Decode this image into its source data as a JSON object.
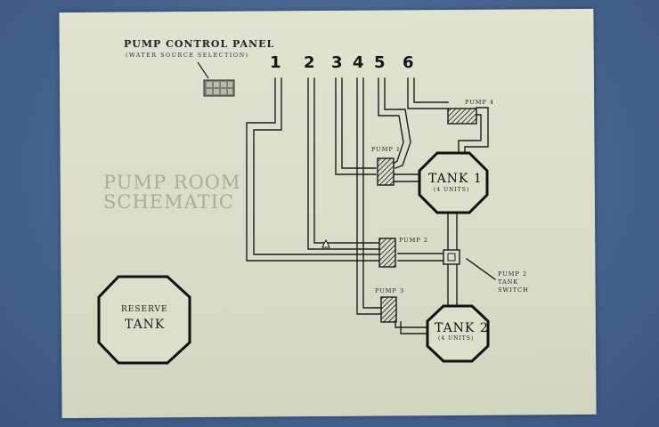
{
  "panel": {
    "title": "PUMP CONTROL PANEL",
    "subtitle": "(WATER SOURCE SELECTION)"
  },
  "schematic_title": [
    "PUMP ROOM",
    "SCHEMATIC"
  ],
  "columns": [
    "1",
    "2",
    "3",
    "4",
    "5",
    "6"
  ],
  "pumps": {
    "pump1": "PUMP 1",
    "pump2": "PUMP 2",
    "pump3": "PUMP 3",
    "pump4": "PUMP 4"
  },
  "tank1": {
    "label": "TANK 1",
    "units": "(4 UNITS)"
  },
  "tank2": {
    "label": "TANK 2",
    "units": "(4 UNITS)"
  },
  "reserve": {
    "line1": "RESERVE",
    "line2": "TANK"
  },
  "switch": {
    "line1": "PUMP 2",
    "line2": "TANK",
    "line3": "SWITCH"
  },
  "colors": {
    "paper": "#dcdfca",
    "ink": "#1a1a1a",
    "background": "#4f6e99"
  }
}
